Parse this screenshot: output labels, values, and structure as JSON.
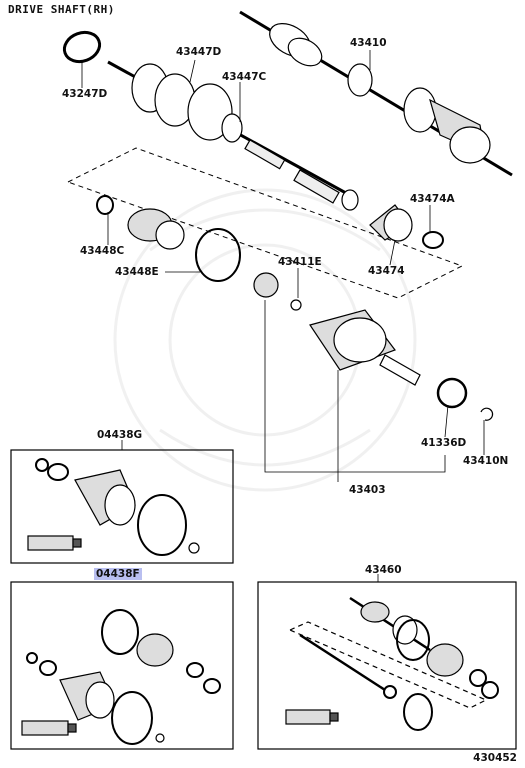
{
  "title": "DRIVE SHAFT(RH)",
  "labels": {
    "p43247D": "43247D",
    "p43447D": "43447D",
    "p43447C": "43447C",
    "p43410": "43410",
    "p43474A": "43474A",
    "p43448C": "43448C",
    "p43448E": "43448E",
    "p43411E": "43411E",
    "p43474": "43474",
    "p41336D": "41336D",
    "p43410N": "43410N",
    "p43403": "43403",
    "p04438G": "04438G",
    "p04438F": "04438F",
    "p43460": "43460"
  },
  "footer_ref": "430452"
}
